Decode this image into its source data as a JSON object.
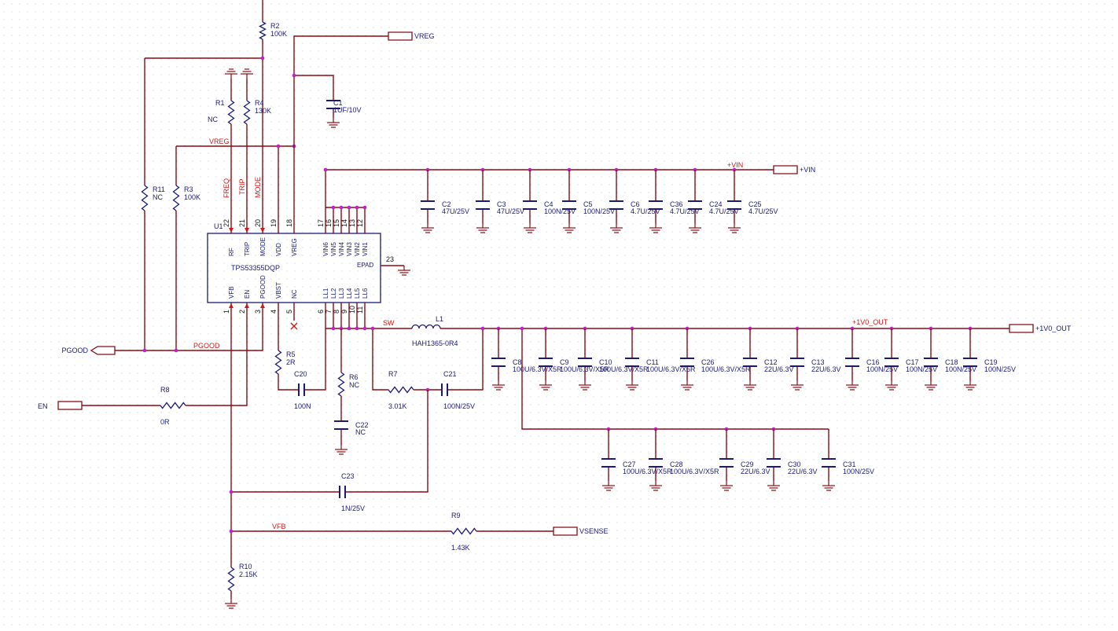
{
  "ic": {
    "ref": "U1",
    "part": "TPS53355DQP"
  },
  "pins": {
    "top": [
      {
        "num": "22",
        "name": "RF"
      },
      {
        "num": "21",
        "name": "TRIP"
      },
      {
        "num": "20",
        "name": "MODE"
      },
      {
        "num": "19",
        "name": "VDD"
      },
      {
        "num": "18",
        "name": "VREG"
      },
      {
        "num": "17",
        "name": "VIN6"
      },
      {
        "num": "16",
        "name": "VIN5"
      },
      {
        "num": "15",
        "name": "VIN4"
      },
      {
        "num": "14",
        "name": "VIN3"
      },
      {
        "num": "13",
        "name": "VIN2"
      },
      {
        "num": "12",
        "name": "VIN1"
      }
    ],
    "bottom": [
      {
        "num": "1",
        "name": "VFB"
      },
      {
        "num": "2",
        "name": "EN"
      },
      {
        "num": "3",
        "name": "PGOOD"
      },
      {
        "num": "4",
        "name": "VBST"
      },
      {
        "num": "5",
        "name": "NC"
      },
      {
        "num": "6",
        "name": "LL1"
      },
      {
        "num": "7",
        "name": "LL2"
      },
      {
        "num": "8",
        "name": "LL3"
      },
      {
        "num": "9",
        "name": "LL4"
      },
      {
        "num": "10",
        "name": "LL5"
      },
      {
        "num": "11",
        "name": "LL6"
      }
    ],
    "epad": {
      "num": "23",
      "name": "EPAD"
    }
  },
  "ports": {
    "vreg": "VREG",
    "vin": "+VIN",
    "out": "+1V0_OUT",
    "pgood": "PGOOD",
    "en": "EN",
    "vsense": "VSENSE"
  },
  "nets": {
    "vreg": "VREG",
    "vin": "+VIN",
    "sw": "SW",
    "out": "+1V0_OUT",
    "pgood": "PGOOD",
    "vfb": "VFB",
    "freq": "FREQ",
    "trip": "TRIP",
    "mode": "MODE"
  },
  "resistors": {
    "R1": {
      "ref": "R1",
      "val": "NC"
    },
    "R2": {
      "ref": "R2",
      "val": "100K"
    },
    "R3": {
      "ref": "R3",
      "val": "100K"
    },
    "R4": {
      "ref": "R4",
      "val": "130K"
    },
    "R5": {
      "ref": "R5",
      "val": "2R"
    },
    "R6": {
      "ref": "R6",
      "val": "NC"
    },
    "R7": {
      "ref": "R7",
      "val": "3.01K"
    },
    "R8": {
      "ref": "R8",
      "val": "0R"
    },
    "R9": {
      "ref": "R9",
      "val": "1.43K"
    },
    "R10": {
      "ref": "R10",
      "val": "2.15K"
    },
    "R11": {
      "ref": "R11",
      "val": "NC"
    }
  },
  "inductor": {
    "ref": "L1",
    "val": "HAH1365-0R4"
  },
  "caps": {
    "C1": {
      "ref": "C1",
      "val": "1UF/10V"
    },
    "C20": {
      "ref": "C20",
      "val": "100N"
    },
    "C21": {
      "ref": "C21",
      "val": "100N/25V"
    },
    "C22": {
      "ref": "C22",
      "val": "NC"
    },
    "C23": {
      "ref": "C23",
      "val": "1N/25V"
    },
    "vin_bank": [
      {
        "ref": "C2",
        "val": "47U/25V"
      },
      {
        "ref": "C3",
        "val": "47U/25V"
      },
      {
        "ref": "C4",
        "val": "100N/25V"
      },
      {
        "ref": "C5",
        "val": "100N/25V"
      },
      {
        "ref": "C6",
        "val": "4.7U/25V"
      },
      {
        "ref": "C36",
        "val": "4.7U/25V"
      },
      {
        "ref": "C24",
        "val": "4.7U/25V"
      },
      {
        "ref": "C25",
        "val": "4.7U/25V"
      }
    ],
    "out_row1": [
      {
        "ref": "C8",
        "val": "100U/6.3V/X5R"
      },
      {
        "ref": "C9",
        "val": "100U/6.3V/X5R"
      },
      {
        "ref": "C10",
        "val": "100U/6.3V/X5R"
      },
      {
        "ref": "C11",
        "val": "100U/6.3V/X5R"
      },
      {
        "ref": "C26",
        "val": "100U/6.3V/X5R"
      },
      {
        "ref": "C12",
        "val": "22U/6.3V"
      },
      {
        "ref": "C13",
        "val": "22U/6.3V"
      },
      {
        "ref": "C16",
        "val": "100N/25V"
      },
      {
        "ref": "C17",
        "val": "100N/25V"
      },
      {
        "ref": "C18",
        "val": "100N/25V"
      },
      {
        "ref": "C19",
        "val": "100N/25V"
      }
    ],
    "out_row2": [
      {
        "ref": "C27",
        "val": "100U/6.3V/X5R"
      },
      {
        "ref": "C28",
        "val": "100U/6.3V/X5R"
      },
      {
        "ref": "C29",
        "val": "22U/6.3V"
      },
      {
        "ref": "C30",
        "val": "22U/6.3V"
      },
      {
        "ref": "C31",
        "val": "100N/25V"
      }
    ]
  }
}
